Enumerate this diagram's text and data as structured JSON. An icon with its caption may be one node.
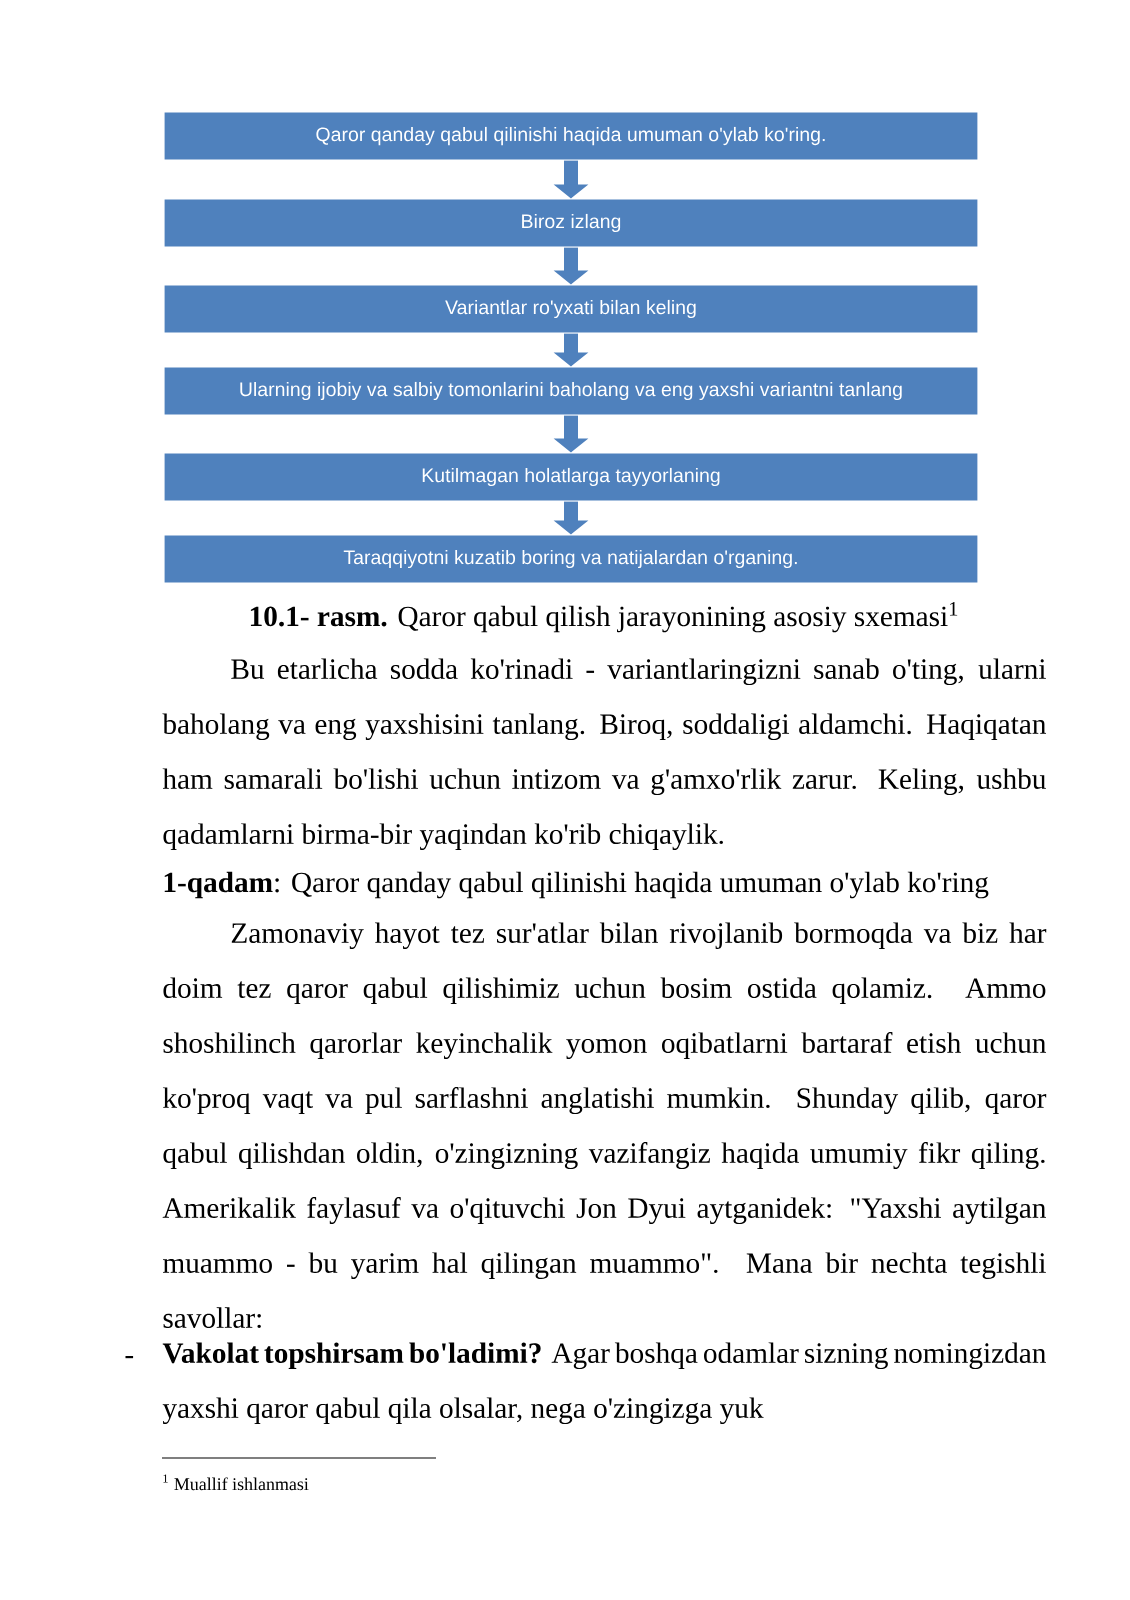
{
  "diagram": {
    "caption": "**10.1- rasm.** Qaror qabul qilish jarayonining asosiy sxemasi$^{1}$",
    "nodes": [
      {
        "text": [
          "Qaror qanday qabul qilinishi haqida umuman o'ylab ko'ring."
        ]
      },
      {
        "text": [
          "Biroz izlang"
        ]
      },
      {
        "text": [
          "Variantlar ro'yxati bilan keling"
        ]
      },
      {
        "text": [
          "Ularning ijobiy va salbiy tomonlarini baholang va eng yaxshi variantni tanlang"
        ]
      },
      {
        "text": [
          "Kutilmagan holatlarga tayyorlaning"
        ]
      },
      {
        "text": [
          "Taraqqiyotni kuzatib boring va natijalardan o'rganing."
        ]
      }
    ],
    "edges": [
      {
        "from": 0,
        "to": 1,
        "arrow": "to"
      },
      {
        "from": 1,
        "to": 2,
        "arrow": "to"
      },
      {
        "from": 2,
        "to": 3,
        "arrow": "to"
      },
      {
        "from": 3,
        "to": 4,
        "arrow": "to"
      },
      {
        "from": 4,
        "to": 5,
        "arrow": "to"
      }
    ],
    "labels": [
      "Bu etarlicha sodda ko'rinadi - variantlaringizni sanab o'ting, ularni baholang va eng yaxshisini tanlang. Biroq, soddaligi aldamchi. Haqiqatan ham samarali bo'lishi uchun intizom va g'amxo'rlik zarur. Keling, ushbu qadamlarni birma-bir yaqindan ko'rib chiqaylik.",
      "**1-qadam**: Qaror qanday qabul qilinishi haqida umuman o'ylab ko'ring",
      "Zamonaviy hayot tez sur'atlar bilan rivojlanib bormoqda va biz har doim tez qaror qabul qilishimiz uchun bosim ostida qolamiz. Ammo shoshilinch qarorlar keyinchalik yomon oqibatlarni bartaraf etish uchun ko'proq vaqt va pul sarflashni anglatishi mumkin. Shunday qilib, qaror qabul qilishdan oldin, o'zingizning vazifangiz haqida umumiy fikr qiling. Amerikalik faylasuf va o'qituvchi Jon Dyui aytganidek: \"Yaxshi aytilgan muammo - bu yarim hal qilingan muammo\". Mana bir nechta tegishli savollar:",
      "-",
      "**Vakolat topshirsam bo'ladimi?** Agar boshqa odamlar sizning nomingizdan yaxshi qaror qabul qila olsalar, nega o'zingizga yuk",
      "$^{1}$ Muallif ishlanmasi"
    ]
  }
}
